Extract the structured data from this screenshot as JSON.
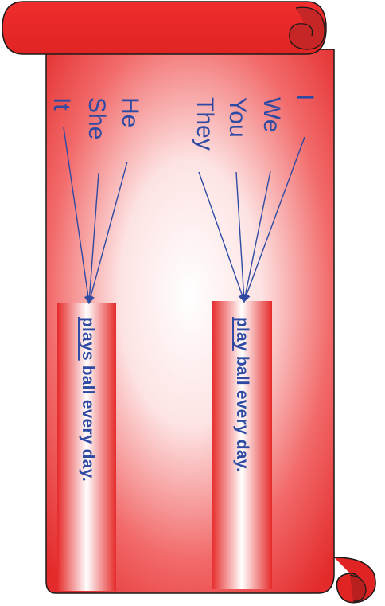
{
  "colors": {
    "scroll_edge": "#e32b2b",
    "scroll_glow": "#ffffff",
    "scroll_curl": "#c02626",
    "outline": "#1a1a1a",
    "text": "#2e4aa2",
    "arrow": "#2e4aa2"
  },
  "groups": [
    {
      "subjects": [
        "I",
        "We",
        "You",
        "They"
      ],
      "phrase": {
        "verb": "play",
        "rest": " ball every day."
      }
    },
    {
      "subjects": [
        "He",
        "She",
        "It"
      ],
      "phrase": {
        "verb": "plays",
        "rest": " ball every day."
      }
    }
  ]
}
